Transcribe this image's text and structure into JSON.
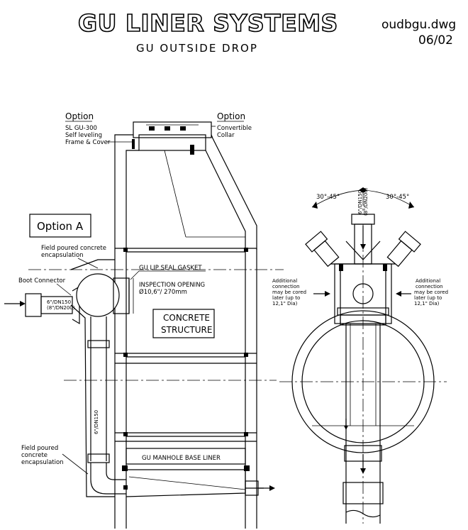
{
  "header": {
    "title": "GU LINER SYSTEMS",
    "subtitle": "GU OUTSIDE DROP",
    "file_name": "oudbgu.dwg",
    "date": "06/02"
  },
  "labels": {
    "option_left": "Option",
    "frame_cover": [
      "SL GU-300",
      "Self leveling",
      "Frame & Cover"
    ],
    "option_right": "Option",
    "collar": [
      "Convertible",
      "Collar"
    ],
    "option_a": "Option A",
    "field_poured_top": [
      "Field poured concrete",
      "encapsulation"
    ],
    "boot_connector": "Boot Connector",
    "pipe_size_h": [
      "6\"/DN150",
      "(8\"/DN200)"
    ],
    "lip_seal": "GU LIP SEAL GASKET",
    "inspection": [
      "INSPECTION OPENING",
      "Ø10,6\"/ 270mm"
    ],
    "concrete": [
      "CONCRETE",
      "STRUCTURE"
    ],
    "pipe_size_v": "6\"/DN150",
    "field_poured_bottom": [
      "Field poured",
      "concrete",
      "encapsulation"
    ],
    "base_liner": "GU MANHOLE BASE LINER",
    "angle_left": "30°-45°",
    "angle_right": "30°-45°",
    "pipe_size_top": [
      "6\"/DN150",
      "(8\"/DN200)"
    ],
    "additional_left": [
      "Additional",
      "connection",
      "may be cored",
      "later (up to",
      "12,1\" Dia)"
    ],
    "additional_right": [
      "Additional",
      "connection",
      "may be cored",
      "later (up to",
      "12,1\" Dia)"
    ]
  }
}
